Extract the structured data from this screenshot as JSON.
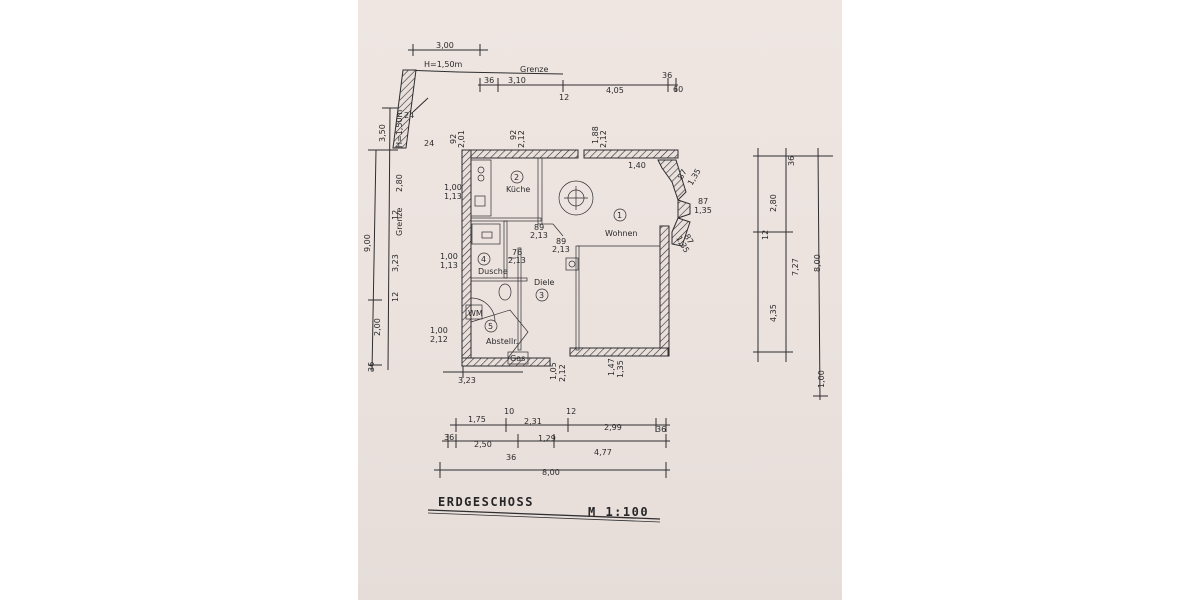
{
  "title": "ERDGESCHOSS",
  "scale": "M 1:100",
  "rooms": [
    {
      "number": "1",
      "name": "Wohnen"
    },
    {
      "number": "2",
      "name": "Küche"
    },
    {
      "number": "3",
      "name": "Diele"
    },
    {
      "number": "4",
      "name": "Dusche"
    },
    {
      "number": "5",
      "name": "Abstellr."
    }
  ],
  "fixtures": {
    "wm": "WM",
    "gas": "Gas"
  },
  "boundary": {
    "label_top": "Grenze",
    "label_left": "Grenze",
    "height_top": "H=1,50m",
    "height_left": "H=1,50m"
  },
  "top_dims": [
    "3,00",
    "36",
    "3,10",
    "12",
    "4,05",
    "36",
    "60"
  ],
  "bottom_dims": {
    "row1": [
      "1,75",
      "10",
      "2,31",
      "12",
      "2,99",
      "36"
    ],
    "row2": [
      "36",
      "2,50",
      "1,29",
      "4,77"
    ],
    "row2_small": "36",
    "row3": "8,00"
  },
  "left_dims": [
    "9,00",
    "3,50",
    "2,80",
    "3,23",
    "2,00",
    "36",
    "12",
    "12"
  ],
  "right_dims": [
    "2,80",
    "12",
    "4,35",
    "7,27",
    "8,00",
    "36",
    "1,00"
  ],
  "labels": {
    "kitchen_top_1": "92",
    "kitchen_top_2": "2,01",
    "kitchen_top_3": "92",
    "kitchen_top_4": "2,12",
    "living_top_1": "1,88",
    "living_top_2": "2,12",
    "living_width": "1,40",
    "bay_1": "87",
    "bay_2": "1,35",
    "bay_3": "87",
    "bay_4": "1,35",
    "bay_5": "87",
    "bay_6": "1,35",
    "kitchen_win_1": "1,00",
    "kitchen_win_2": "1,13",
    "shower_win_1": "1,00",
    "shower_win_2": "1,13",
    "store_win_1": "1,00",
    "store_win_2": "2,12",
    "door_1": "89",
    "door_2": "2,13",
    "door_3": "89",
    "door_4": "2,13",
    "door_5": "76",
    "door_6": "2,13",
    "bottom_width": "3,23",
    "entry_1": "1,05",
    "entry_2": "2,12",
    "living_bottom_1": "1,47",
    "living_bottom_2": "1,35",
    "corner_24a": "24",
    "corner_24b": "24"
  }
}
